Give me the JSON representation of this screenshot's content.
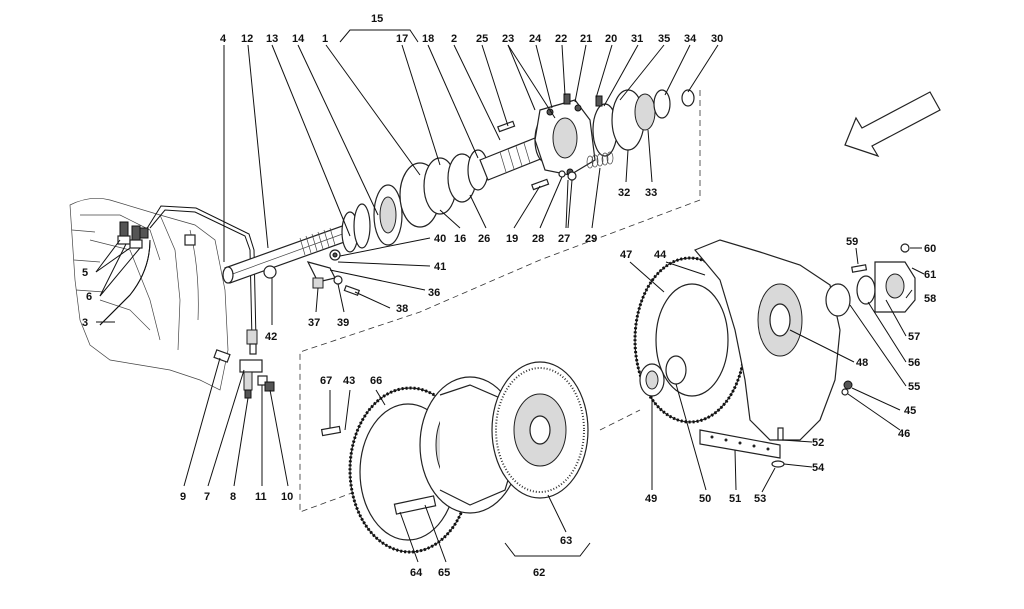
{
  "labels": [
    "1",
    "2",
    "3",
    "4",
    "5",
    "6",
    "7",
    "8",
    "9",
    "10",
    "11",
    "12",
    "13",
    "14",
    "15",
    "16",
    "17",
    "18",
    "19",
    "20",
    "21",
    "22",
    "23",
    "24",
    "25",
    "26",
    "27",
    "28",
    "29",
    "30",
    "31",
    "32",
    "33",
    "34",
    "35",
    "36",
    "37",
    "38",
    "39",
    "40",
    "41",
    "42",
    "43",
    "44",
    "45",
    "46",
    "47",
    "48",
    "49",
    "50",
    "51",
    "52",
    "53",
    "54",
    "55",
    "56",
    "57",
    "58",
    "59",
    "60",
    "61",
    "62",
    "63",
    "64",
    "65",
    "66",
    "67"
  ],
  "icons": {
    "direction_arrow": "arrow-left-down-icon"
  }
}
